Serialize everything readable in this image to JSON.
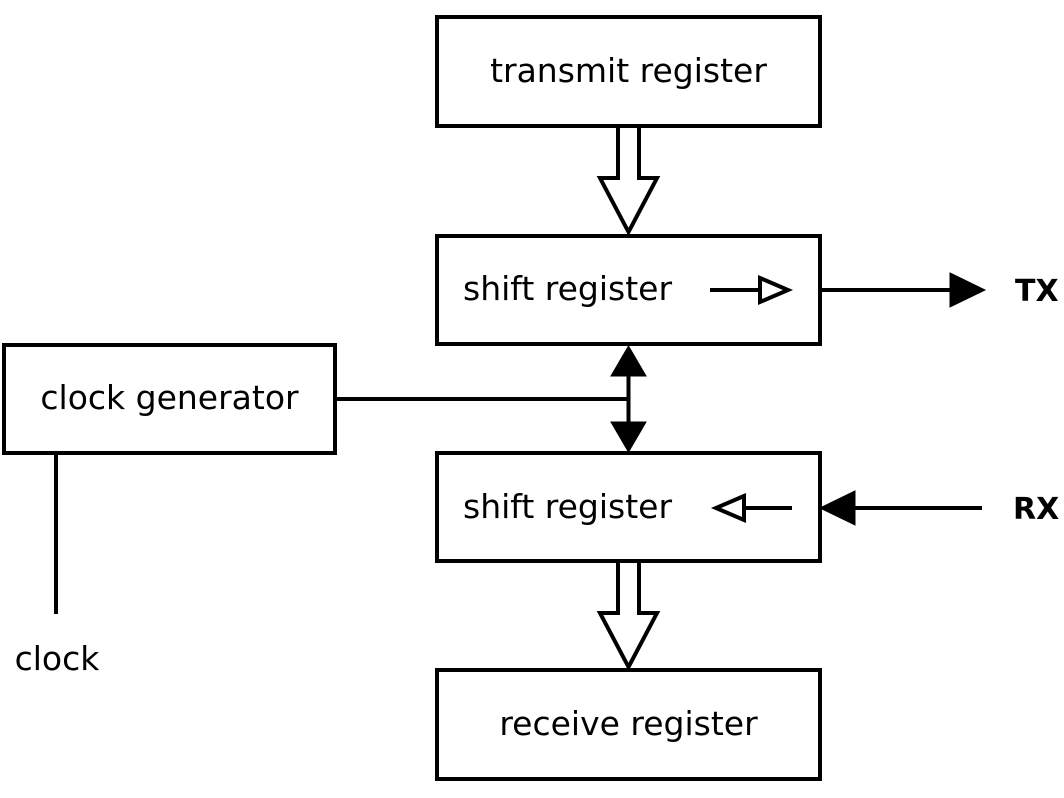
{
  "blocks": {
    "transmit_register": "transmit register",
    "tx_shift_register": "shift register",
    "rx_shift_register": "shift register",
    "receive_register": "receive register",
    "clock_generator": "clock generator"
  },
  "signals": {
    "tx": "TX",
    "rx": "RX",
    "clock": "clock"
  }
}
